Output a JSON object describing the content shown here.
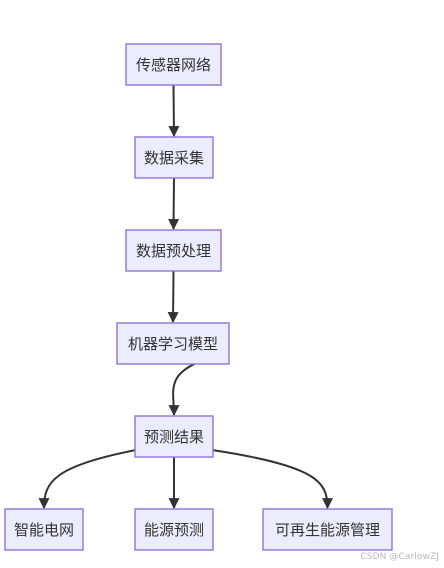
{
  "diagram": {
    "type": "flowchart",
    "direction": "top-down",
    "colors": {
      "node_fill": "#ececff",
      "node_border": "#9370db",
      "edge": "#333333",
      "text": "#333333"
    },
    "nodes": [
      {
        "id": "sensor-network",
        "label": "传感器网络"
      },
      {
        "id": "data-collection",
        "label": "数据采集"
      },
      {
        "id": "data-preprocessing",
        "label": "数据预处理"
      },
      {
        "id": "ml-model",
        "label": "机器学习模型"
      },
      {
        "id": "prediction-result",
        "label": "预测结果"
      },
      {
        "id": "smart-grid",
        "label": "智能电网"
      },
      {
        "id": "energy-forecast",
        "label": "能源预测"
      },
      {
        "id": "renewable-management",
        "label": "可再生能源管理"
      }
    ],
    "edges": [
      {
        "from": "sensor-network",
        "to": "data-collection"
      },
      {
        "from": "data-collection",
        "to": "data-preprocessing"
      },
      {
        "from": "data-preprocessing",
        "to": "ml-model"
      },
      {
        "from": "ml-model",
        "to": "prediction-result"
      },
      {
        "from": "prediction-result",
        "to": "smart-grid"
      },
      {
        "from": "prediction-result",
        "to": "energy-forecast"
      },
      {
        "from": "prediction-result",
        "to": "renewable-management"
      }
    ]
  },
  "watermark": "CSDN @CarlowZJ"
}
